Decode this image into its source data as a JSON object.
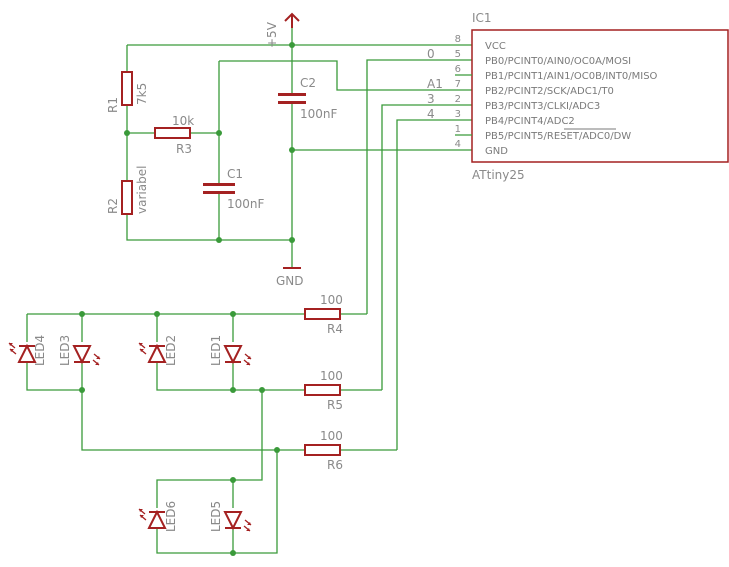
{
  "ic": {
    "name": "IC1",
    "type": "ATtiny25",
    "pins": [
      {
        "num": "8",
        "label": "VCC"
      },
      {
        "num": "5",
        "label": "PB0/PCINT0/AIN0/OC0A/MOSI"
      },
      {
        "num": "6",
        "label": "PB1/PCINT1/AIN1/OC0B/INT0/MISO"
      },
      {
        "num": "7",
        "label": "PB2/PCINT2/SCK/ADC1/T0"
      },
      {
        "num": "2",
        "label": "PB3/PCINT3/CLKI/ADC3"
      },
      {
        "num": "3",
        "label": "PB4/PCINT4/ADC2"
      },
      {
        "num": "1",
        "label": "PB5/PCINT5/RESET/ADC0/DW"
      },
      {
        "num": "4",
        "label": "GND"
      }
    ]
  },
  "nets": {
    "n0": "0",
    "a1": "A1",
    "n3": "3",
    "n4": "4",
    "vcc": "+5V",
    "gnd": "GND"
  },
  "resistors": {
    "r1": {
      "name": "R1",
      "value": "7k5"
    },
    "r2": {
      "name": "R2",
      "value": "variabel"
    },
    "r3": {
      "name": "R3",
      "value": "10k"
    },
    "r4": {
      "name": "R4",
      "value": "100"
    },
    "r5": {
      "name": "R5",
      "value": "100"
    },
    "r6": {
      "name": "R6",
      "value": "100"
    }
  },
  "capacitors": {
    "c1": {
      "name": "C1",
      "value": "100nF"
    },
    "c2": {
      "name": "C2",
      "value": "100nF"
    }
  },
  "leds": {
    "led1": "LED1",
    "led2": "LED2",
    "led3": "LED3",
    "led4": "LED4",
    "led5": "LED5",
    "led6": "LED6"
  },
  "colors": {
    "wire": "#3a9a3a",
    "part": "#a42121",
    "ic": "#a42121",
    "text": "#8a8a8a"
  }
}
